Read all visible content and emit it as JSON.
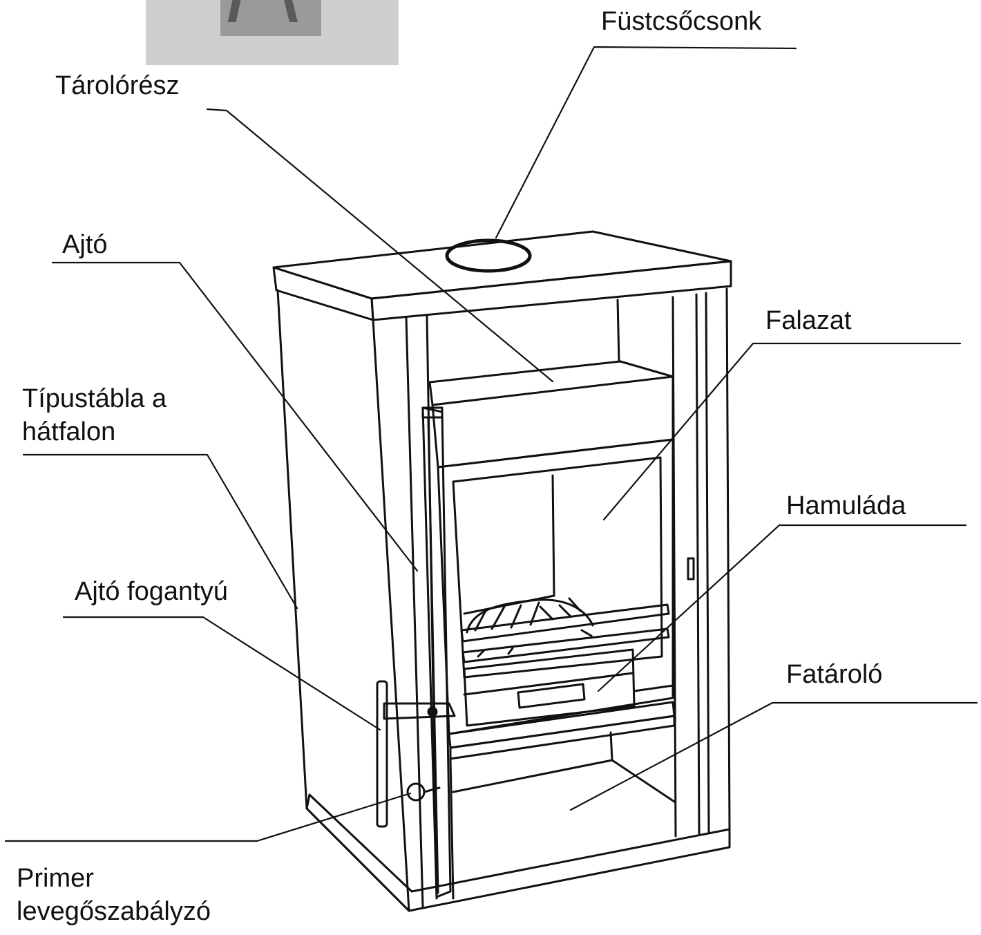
{
  "labels": {
    "fustcsocsonk": "Füstcsőcsonk",
    "tarolo_resz": "Tárolórész",
    "ajto": "Ajtó",
    "falazat": "Falazat",
    "tipustabla_line1": "Típustábla a",
    "tipustabla_line2": "hátfalon",
    "hamulada": "Hamuláda",
    "ajto_fogantyu": "Ajtó fogantyú",
    "fatarolo": "Fatároló",
    "primer_line1": "Primer",
    "primer_line2": "levegőszabályzó"
  },
  "colors": {
    "line": "#111111",
    "thumbnail": "#cfcfcf"
  }
}
